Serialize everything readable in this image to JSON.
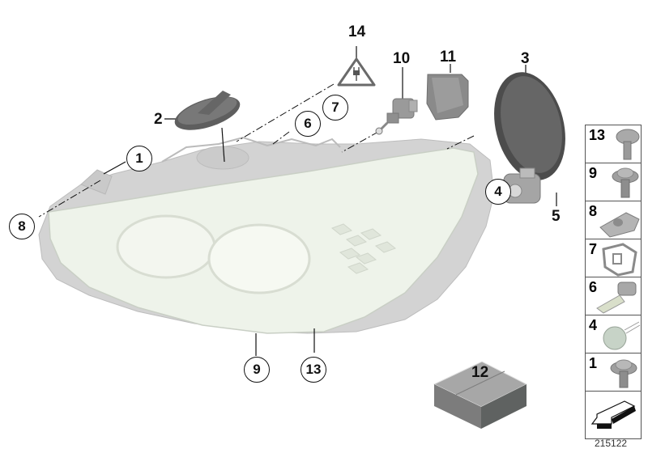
{
  "diagram": {
    "subject": "Headlight assembly exploded parts diagram",
    "reference_id": "215122",
    "callouts": [
      {
        "label": "14",
        "style": "plain",
        "part": "warning-triangle-plug"
      },
      {
        "label": "10",
        "style": "plain",
        "part": "headlight-range-actuator"
      },
      {
        "label": "11",
        "style": "plain",
        "part": "control-unit-module"
      },
      {
        "label": "3",
        "style": "plain",
        "part": "round-cover-cap"
      },
      {
        "label": "2",
        "style": "plain",
        "part": "oval-cover-cap"
      },
      {
        "label": "7",
        "style": "circled",
        "part": "bulb-holder-clip"
      },
      {
        "label": "6",
        "style": "circled",
        "part": "h7-bulb"
      },
      {
        "label": "1",
        "style": "circled",
        "part": "screw"
      },
      {
        "label": "8",
        "style": "circled",
        "part": "speed-nut"
      },
      {
        "label": "4",
        "style": "circled",
        "part": "bulb-socket"
      },
      {
        "label": "5",
        "style": "plain",
        "part": "bulb-socket-housing"
      },
      {
        "label": "9",
        "style": "circled",
        "part": "screw-washer"
      },
      {
        "label": "13",
        "style": "circled",
        "part": "flange-screw"
      },
      {
        "label": "12",
        "style": "plain",
        "part": "repair-kit-box"
      }
    ],
    "legend_panel": {
      "items": [
        {
          "label": "13",
          "part": "flange-screw"
        },
        {
          "label": "9",
          "part": "screw-with-washer"
        },
        {
          "label": "8",
          "part": "speed-nut"
        },
        {
          "label": "7",
          "part": "bulb-holder-clip"
        },
        {
          "label": "6",
          "part": "h7-bulb"
        },
        {
          "label": "4",
          "part": "round-bulb"
        },
        {
          "label": "1",
          "part": "screw-with-washer"
        }
      ],
      "direction_icon": "arrow-down-left-icon"
    },
    "colors": {
      "housing": "#cfcfcf",
      "lens": "#eef3ea",
      "part_dark": "#5c5c5c",
      "part_mid": "#8a8a8a",
      "box_top": "#a3a3a3",
      "box_side": "#666666"
    }
  }
}
